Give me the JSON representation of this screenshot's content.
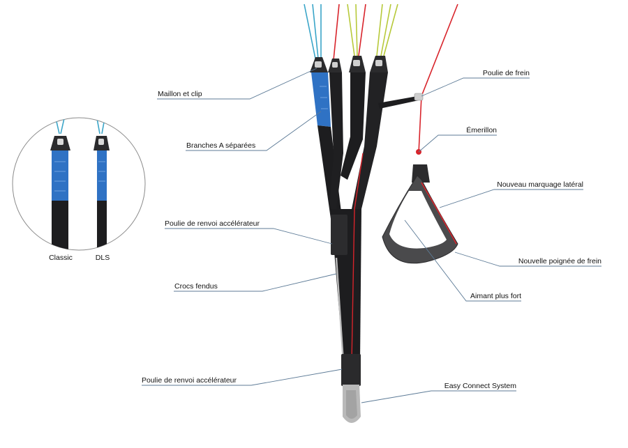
{
  "inset": {
    "classic_label": "Classic",
    "dls_label": "DLS"
  },
  "callouts": {
    "maillon_clip": "Maillon et clip",
    "branches_a": "Branches A séparées",
    "poulie_renvoi_haut": "Poulie de renvoi accélérateur",
    "crocs_fendus": "Crocs fendus",
    "poulie_renvoi_bas": "Poulie de renvoi accélérateur",
    "poulie_frein": "Poulie de frein",
    "emerillon": "Émerillon",
    "marquage_lateral": "Nouveau marquage latéral",
    "poignee_frein": "Nouvelle poignée de frein",
    "aimant": "Aimant plus fort",
    "easy_connect": "Easy Connect System"
  },
  "colors": {
    "strap": "#1d1d1f",
    "strap_edge": "#3a3a3c",
    "a_riser_blue": "#2f72c4",
    "line_blue": "#3aa5c8",
    "line_red": "#d8242b",
    "line_yellow": "#b7c93a",
    "handle_grey": "#5a5a5c",
    "loop_grey": "#b9b9b9",
    "leader": "#5c7a96"
  }
}
